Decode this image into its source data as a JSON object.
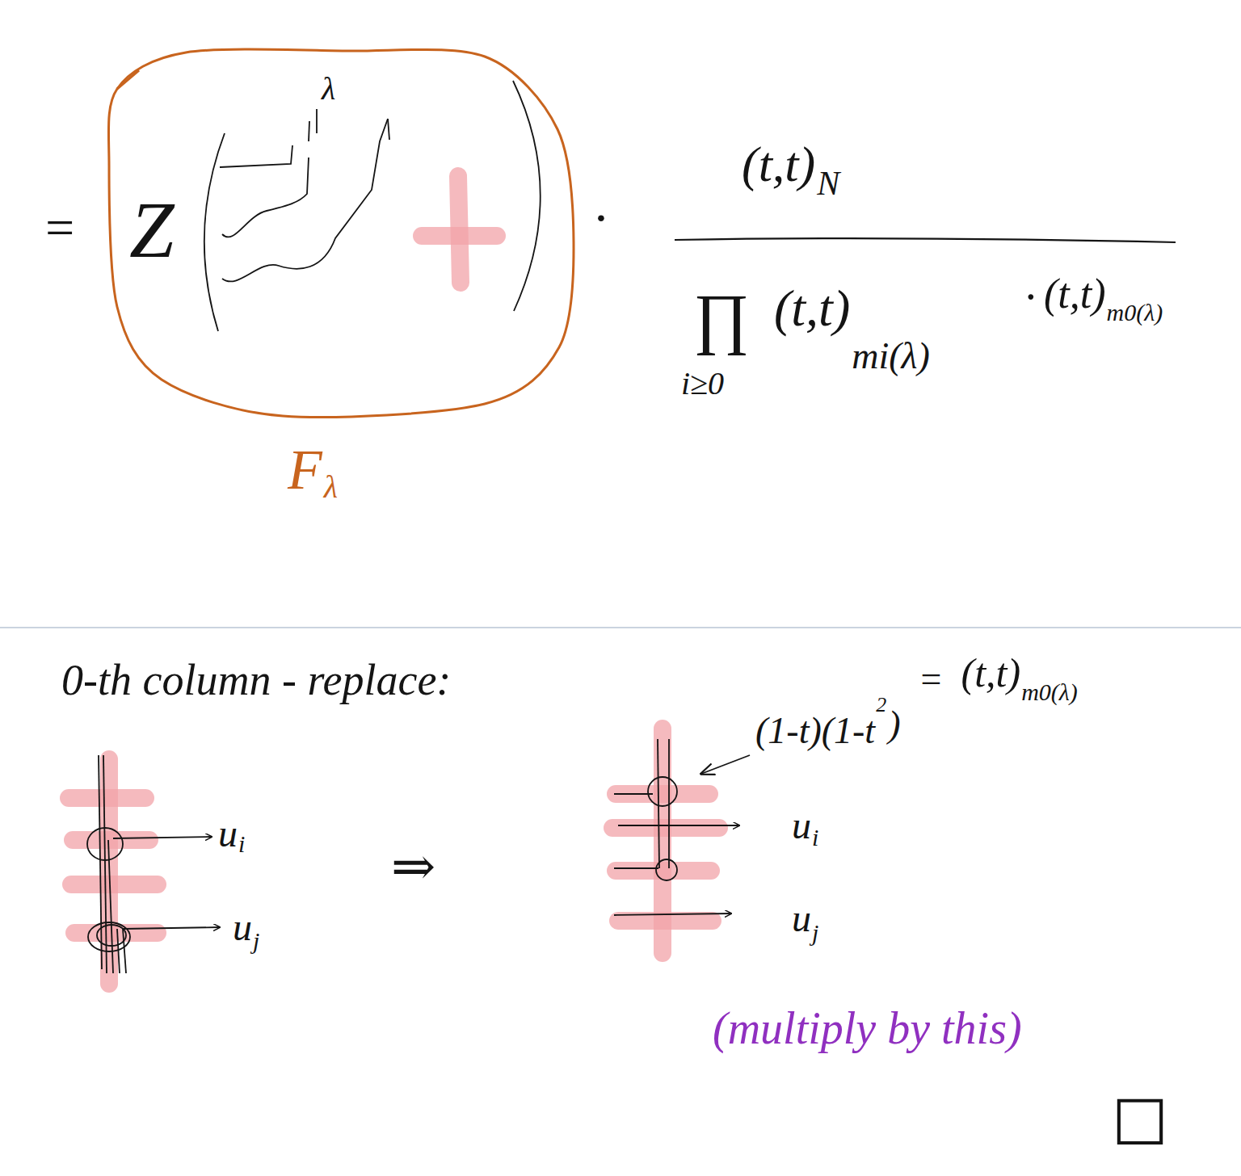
{
  "diagram": {
    "nodes": [
      {
        "text": [
          "Z",
          "λ",
          "F",
          "λ"
        ]
      }
    ],
    "labels": [
      "=",
      "·",
      "(t,t)",
      "N",
      "∏",
      "(t,t)",
      "mi(λ)",
      "i≥0",
      "·",
      "(t,t)",
      "m0(λ)",
      "0-th column - replace:",
      "u",
      "i",
      "u",
      "j",
      "⇒",
      "(1-t)(1-t",
      "2",
      ")",
      "=",
      "(t,t)",
      "m0(λ)",
      "u",
      "i",
      "u",
      "j",
      "(multiply by this)",
      "□"
    ]
  }
}
